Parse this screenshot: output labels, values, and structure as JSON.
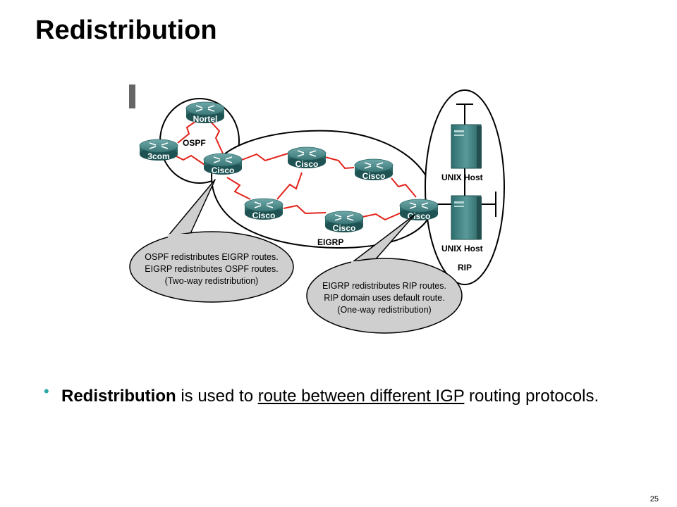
{
  "slide": {
    "title": "Redistribution",
    "page_number": "25"
  },
  "diagram": {
    "domains": {
      "ospf": "OSPF",
      "eigrp": "EIGRP",
      "rip": "RIP"
    },
    "routers": {
      "nortel": "Nortel",
      "threecom": "3com",
      "cisco_border_ospf": "Cisco",
      "cisco_top": "Cisco",
      "cisco_right": "Cisco",
      "cisco_left_bottom": "Cisco",
      "cisco_bottom": "Cisco",
      "cisco_border_rip": "Cisco"
    },
    "hosts": {
      "host1": "UNIX Host",
      "host2": "UNIX Host"
    },
    "callout_left": {
      "line1": "OSPF redistributes EIGRP routes.",
      "line2": "EIGRP redistributes OSPF routes.",
      "line3": "(Two-way redistribution)"
    },
    "callout_right": {
      "line1": "EIGRP redistributes RIP routes.",
      "line2": "RIP domain uses default route.",
      "line3": "(One-way redistribution)"
    }
  },
  "bullet": {
    "bold": "Redistribution",
    "text1": " is used to ",
    "underlined": "route between different IGP",
    "text2": " routing protocols."
  }
}
